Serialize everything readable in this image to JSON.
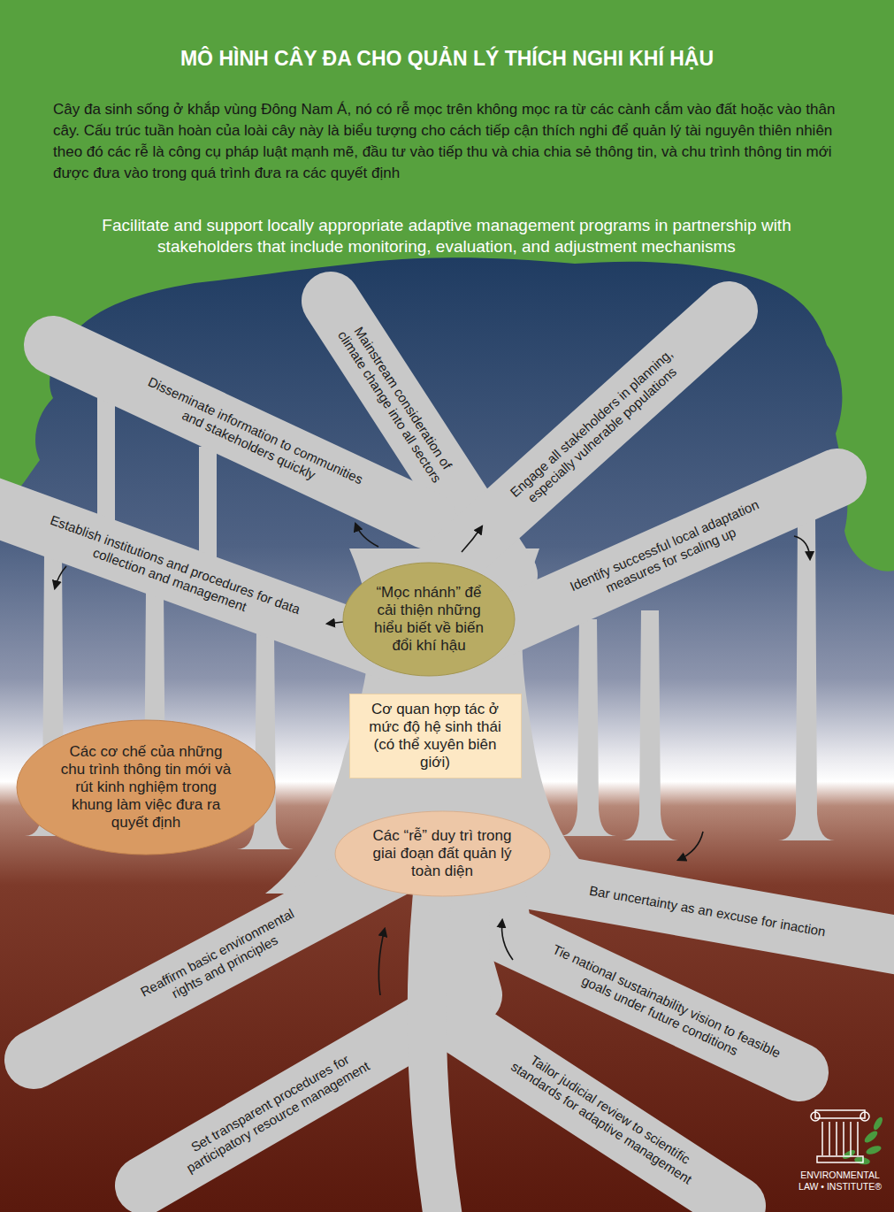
{
  "diagram": {
    "title": "MÔ HÌNH CÂY ĐA CHO QUẢN LÝ THÍCH NGHI KHÍ HẬU",
    "nodes": [
      {
        "text": [
          "“Mọc nhánh” để cải thiện những hiểu biết về biến đổi khí hậu"
        ]
      },
      {
        "text": [
          "Cơ quan hợp tác ở mức độ hệ sinh thái (có thể xuyên biên giới)"
        ]
      },
      {
        "text": [
          "Các cơ chế của những chu trình thông tin mới và rút kinh nghiệm trong khung làm việc đưa ra quyết định"
        ]
      },
      {
        "text": [
          "Các “rễ” duy trì trong giai đoạn đất quản lý toàn diện"
        ]
      }
    ],
    "labels": [
      "Cây đa sinh sống ở khắp vùng Đông Nam Á, nó có rễ mọc trên không mọc ra từ các cành cắm vào đất hoặc vào thân cây. Cấu trúc tuần hoàn của loài cây này là biểu tượng cho cách tiếp cận thích nghi để quản lý tài nguyên thiên nhiên theo đó các rễ là công cụ pháp luật mạnh mẽ, đầu tư vào tiếp thu và chia chia sẻ thông tin, và chu trình thông tin mới được đưa vào trong quá trình đưa ra các quyết định",
      "Facilitate and support locally appropriate adaptive management programs in partnership with stakeholders that include monitoring, evaluation, and adjustment mechanisms",
      "Mainstream consideration of climate change into all sectors",
      "Disseminate information to communities and stakeholders quickly",
      "Establish institutions and procedures for data collection and management",
      "Engage all stakeholders in planning, especially vulnerable populations",
      "Identify successful local adaptation measures for scaling up",
      "Reaffirm basic environmental rights and principles",
      "Set transparent procedures for participatory resource management",
      "Bar uncertainty as an excuse for inaction",
      "Tie national sustainability vision to feasible goals under future conditions",
      "Tailor judicial review to scientific standards for adaptive management",
      "ENVIRONMENTAL LAW • INSTITUTE®"
    ]
  }
}
